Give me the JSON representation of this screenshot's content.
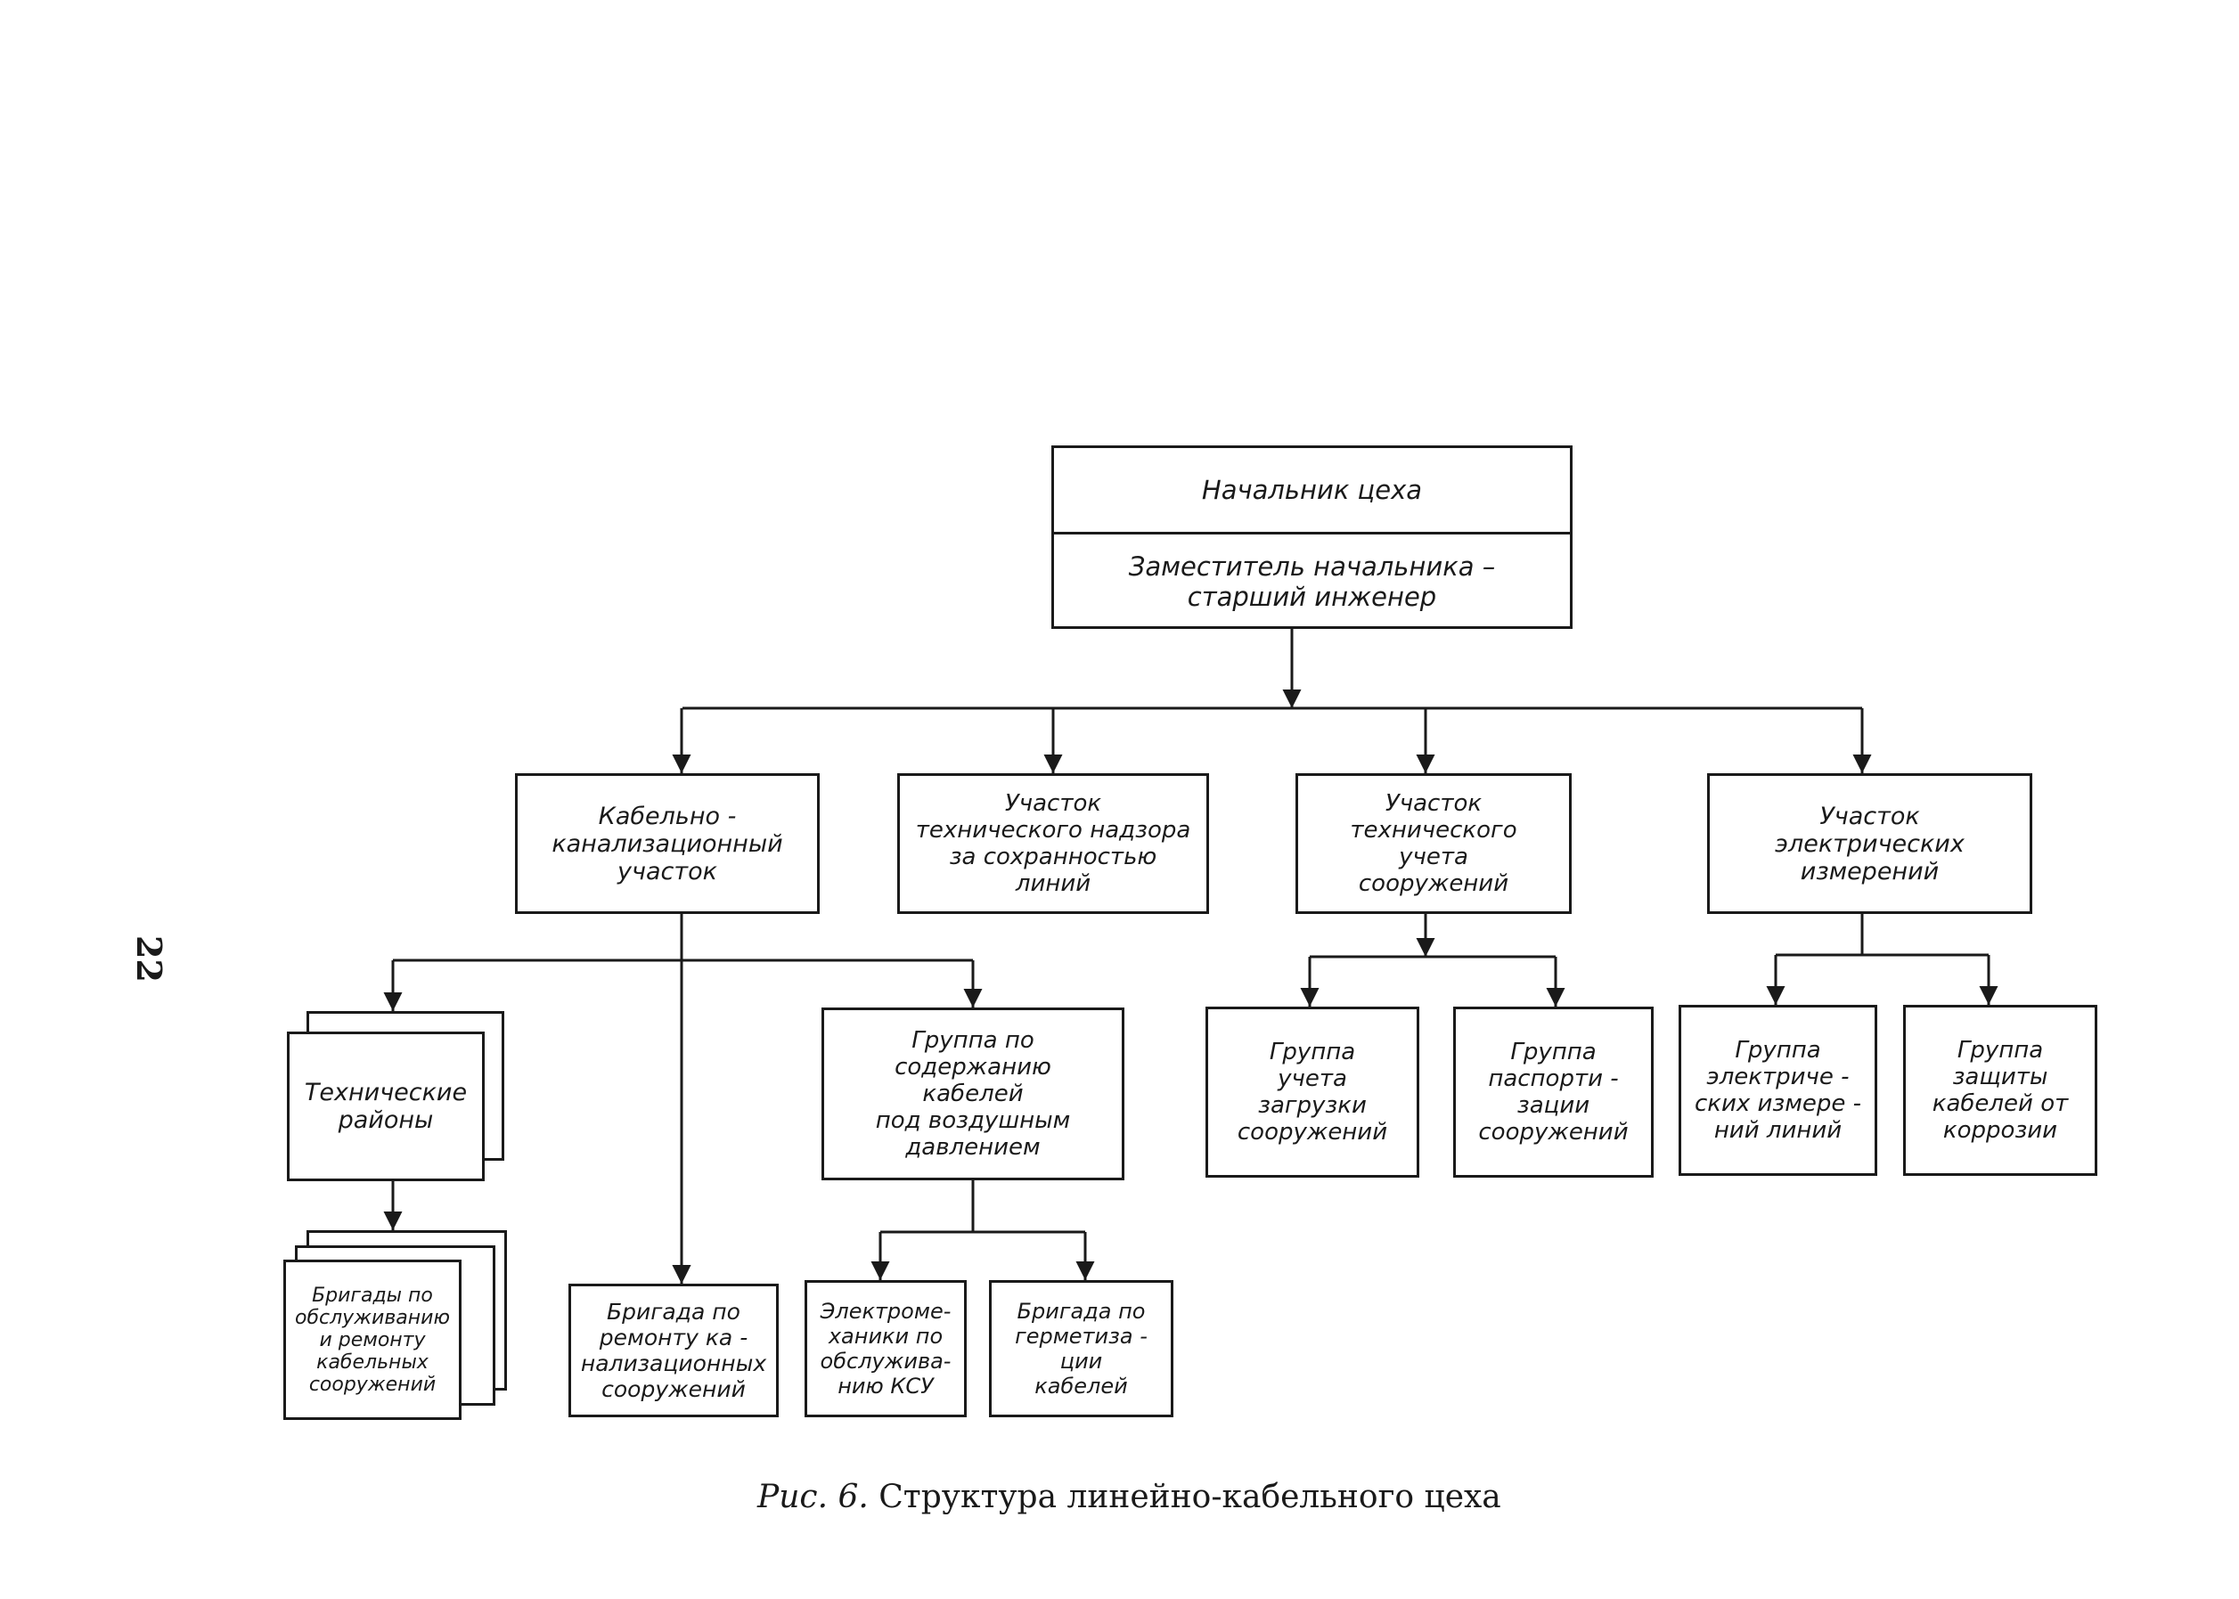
{
  "page_number": "22",
  "caption": {
    "label": "Рис. 6.",
    "text": "Структура линейно-кабельного цеха"
  },
  "nodes": {
    "head": {
      "title": [
        "Начальник    цеха"
      ],
      "deputy": [
        "Заместитель начальника –",
        "старший инженер"
      ]
    },
    "cable_section": [
      "Кабельно -",
      "канализационный",
      "участок"
    ],
    "supervision_section": [
      "Участок",
      "технического надзора",
      "за сохранностью",
      "линий"
    ],
    "accounting_section": [
      "Участок",
      "технического",
      "учета",
      "сооружений"
    ],
    "measurement_section": [
      "Участок",
      "электрических",
      "измерений"
    ],
    "tech_districts": [
      "Технические",
      "районы"
    ],
    "maintenance_brigades": [
      "Бригады по",
      "обслуживанию",
      "и ремонту",
      "кабельных",
      "сооружений"
    ],
    "duct_repair_brigade": [
      "Бригада по",
      "ремонту ка -",
      "нализационных",
      "сооружений"
    ],
    "pressure_group": [
      "Группа по",
      "содержанию",
      "кабелей",
      "под воздушным",
      "давлением"
    ],
    "electromechanics": [
      "Электроме-",
      "ханики по",
      "обслужива-",
      "нию КСУ"
    ],
    "sealing_brigade": [
      "Бригада по",
      "герметиза -",
      "ции",
      "кабелей"
    ],
    "load_group": [
      "Группа",
      "учета",
      "загрузки",
      "сооружений"
    ],
    "passport_group": [
      "Группа",
      "паспорти -",
      "зации",
      "сооружений"
    ],
    "line_measure_group": [
      "Группа",
      "электриче -",
      "ских измере -",
      "ний линий"
    ],
    "corrosion_group": [
      "Группа",
      "защиты",
      "кабелей от",
      "коррозии"
    ]
  },
  "edges": [
    [
      "head",
      "cable_section"
    ],
    [
      "head",
      "supervision_section"
    ],
    [
      "head",
      "accounting_section"
    ],
    [
      "head",
      "measurement_section"
    ],
    [
      "cable_section",
      "tech_districts"
    ],
    [
      "cable_section",
      "duct_repair_brigade"
    ],
    [
      "cable_section",
      "pressure_group"
    ],
    [
      "tech_districts",
      "maintenance_brigades"
    ],
    [
      "pressure_group",
      "electromechanics"
    ],
    [
      "pressure_group",
      "sealing_brigade"
    ],
    [
      "accounting_section",
      "load_group"
    ],
    [
      "accounting_section",
      "passport_group"
    ],
    [
      "measurement_section",
      "line_measure_group"
    ],
    [
      "measurement_section",
      "corrosion_group"
    ]
  ]
}
